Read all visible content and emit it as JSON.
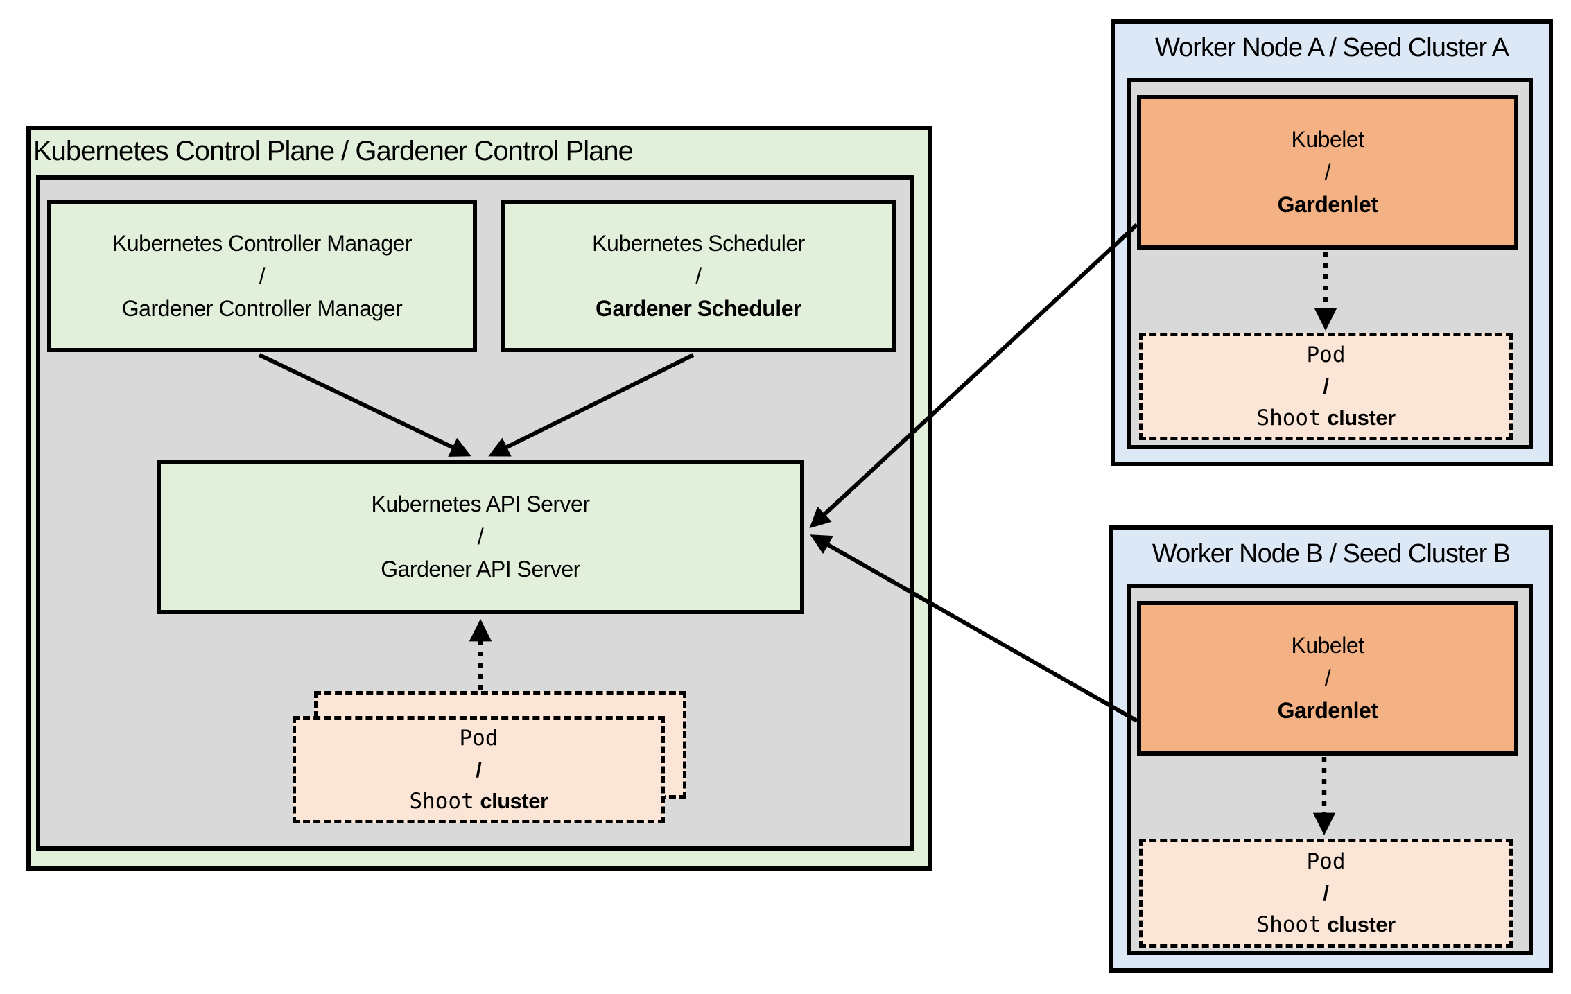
{
  "colors": {
    "box_green": "#e2efda",
    "box_gray": "#d9d9d9",
    "box_blue": "#dce8f6",
    "box_orange": "#f4b183",
    "box_peach": "#fbe5d6",
    "line_black": "#000000"
  },
  "control_plane": {
    "title": "Kubernetes Control Plane / Gardener Control Plane",
    "controller_manager": {
      "top": "Kubernetes Controller Manager",
      "sep": "/",
      "bottom": "Gardener Controller Manager"
    },
    "scheduler": {
      "top": "Kubernetes Scheduler",
      "sep": "/",
      "bottom": "Gardener Scheduler"
    },
    "api_server": {
      "top": "Kubernetes API Server",
      "sep": "/",
      "bottom": "Gardener API Server"
    },
    "pod_stack": {
      "top": "Pod",
      "sep": "/",
      "bottom_mono": "Shoot",
      "bottom_sans": "cluster"
    }
  },
  "worker_node_a": {
    "title": "Worker Node A / Seed Cluster A",
    "kubelet": {
      "top": "Kubelet",
      "sep": "/",
      "bottom": "Gardenlet"
    },
    "pod": {
      "top": "Pod",
      "sep": "/",
      "bottom_mono": "Shoot",
      "bottom_sans": "cluster"
    }
  },
  "worker_node_b": {
    "title": "Worker Node B / Seed Cluster B",
    "kubelet": {
      "top": "Kubelet",
      "sep": "/",
      "bottom": "Gardenlet"
    },
    "pod": {
      "top": "Pod",
      "sep": "/",
      "bottom_mono": "Shoot",
      "bottom_sans": "cluster"
    }
  },
  "connections": [
    {
      "from": "kubernetes-controller-manager",
      "to": "kubernetes-api-server",
      "style": "solid-arrow"
    },
    {
      "from": "kubernetes-scheduler",
      "to": "kubernetes-api-server",
      "style": "solid-arrow"
    },
    {
      "from": "pod-shoot-cluster-stack",
      "to": "kubernetes-api-server",
      "style": "dotted-arrow"
    },
    {
      "from": "kubelet-gardenlet-a",
      "to": "kubernetes-api-server",
      "style": "solid-arrow"
    },
    {
      "from": "kubelet-gardenlet-b",
      "to": "kubernetes-api-server",
      "style": "solid-arrow"
    },
    {
      "from": "kubelet-gardenlet-a",
      "to": "pod-shoot-cluster-a",
      "style": "dotted-arrow"
    },
    {
      "from": "kubelet-gardenlet-b",
      "to": "pod-shoot-cluster-b",
      "style": "dotted-arrow"
    }
  ]
}
